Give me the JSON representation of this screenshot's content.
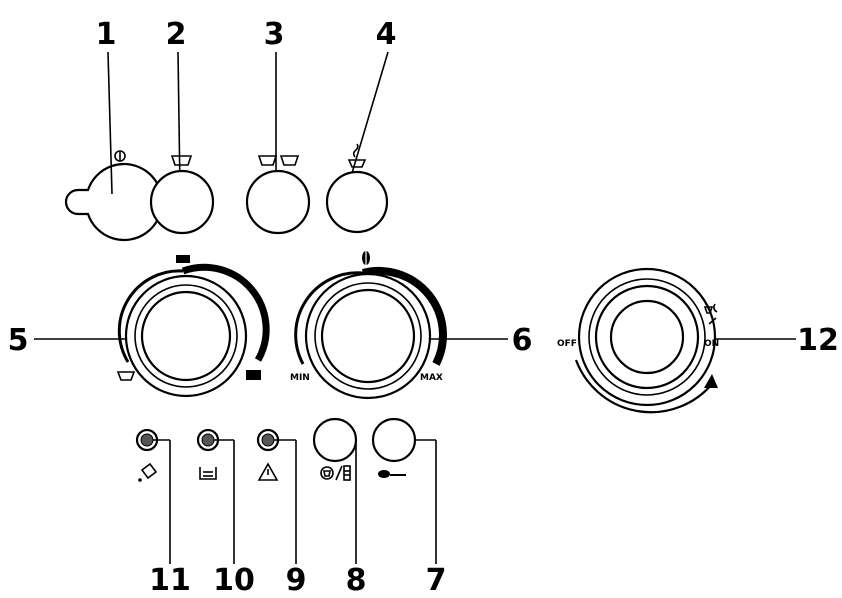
{
  "callouts": [
    "1",
    "2",
    "3",
    "4",
    "5",
    "6",
    "7",
    "8",
    "9",
    "10",
    "11",
    "12"
  ],
  "dial_left": {
    "min_label": "",
    "max_label": ""
  },
  "dial_right": {
    "min_label": "MIN",
    "max_label": "MAX"
  },
  "selector": {
    "off_label": "OFF",
    "on_label": "ON"
  },
  "icons": {
    "btn1": "power-icon",
    "btn2": "one-cup-icon",
    "btn3": "two-cups-icon",
    "btn4": "steam-icon",
    "dial5": "coffee-strength-icon",
    "dial6": "grind-icon",
    "led11": "descale-icon",
    "led10": "grounds-container-icon",
    "led9": "warning-icon",
    "btn8": "rinse-icon",
    "btn7": "spoon-icon",
    "dial12": "steam-hot-water-icon"
  },
  "colors": {
    "ink": "#000000",
    "background": "#ffffff"
  }
}
